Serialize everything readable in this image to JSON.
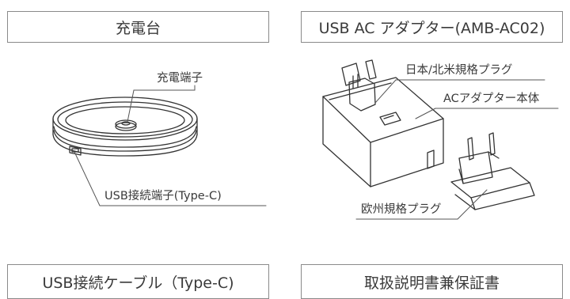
{
  "sections": {
    "charger": {
      "title": "充電台",
      "labels": {
        "charging_terminal": "充電端子",
        "usb_terminal": "USB接続端子(Type-C)"
      }
    },
    "adapter": {
      "title": "USB AC アダプター(AMB-AC02)",
      "labels": {
        "jp_na_plug": "日本/北米規格プラグ",
        "adapter_body": "ACアダプター本体",
        "eu_plug": "欧州規格プラグ"
      }
    },
    "cable": {
      "title": "USB接続ケーブル（Type-C)"
    },
    "manual": {
      "title": "取扱説明書兼保証書"
    }
  }
}
